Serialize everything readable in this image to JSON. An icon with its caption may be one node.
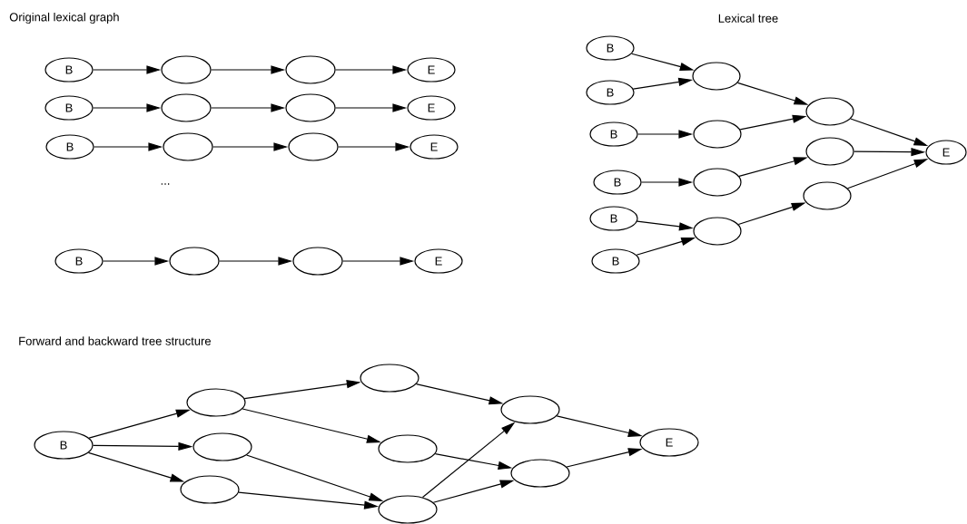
{
  "diagram": {
    "nodes": [
      {
        "text": [
          "B"
        ]
      },
      {
        "text": [],
        "shape": "ellipse"
      },
      {
        "text": [],
        "shape": "ellipse"
      },
      {
        "text": [
          "E"
        ]
      },
      {
        "text": [
          "B"
        ]
      },
      {
        "text": [],
        "shape": "ellipse"
      },
      {
        "text": [],
        "shape": "ellipse"
      },
      {
        "text": [
          "E"
        ]
      },
      {
        "text": [
          "B"
        ]
      },
      {
        "text": [],
        "shape": "ellipse"
      },
      {
        "text": [],
        "shape": "ellipse"
      },
      {
        "text": [
          "E"
        ]
      },
      {
        "text": [
          "B"
        ]
      },
      {
        "text": [],
        "shape": "ellipse"
      },
      {
        "text": [],
        "shape": "ellipse"
      },
      {
        "text": [
          "E"
        ]
      },
      {
        "text": [
          "B"
        ]
      },
      {
        "text": [
          "B"
        ]
      },
      {
        "text": [
          "B"
        ]
      },
      {
        "text": [
          "B"
        ]
      },
      {
        "text": [
          "B"
        ]
      },
      {
        "text": [
          "B"
        ]
      },
      {
        "text": [],
        "shape": "ellipse"
      },
      {
        "text": [],
        "shape": "ellipse"
      },
      {
        "text": [],
        "shape": "ellipse"
      },
      {
        "text": [],
        "shape": "ellipse"
      },
      {
        "text": [],
        "shape": "ellipse"
      },
      {
        "text": [],
        "shape": "ellipse"
      },
      {
        "text": [],
        "shape": "ellipse"
      },
      {
        "text": [
          "E"
        ]
      },
      {
        "text": [
          "B"
        ]
      },
      {
        "text": [],
        "shape": "ellipse"
      },
      {
        "text": [],
        "shape": "ellipse"
      },
      {
        "text": [],
        "shape": "ellipse"
      },
      {
        "text": [],
        "shape": "ellipse"
      },
      {
        "text": [],
        "shape": "ellipse"
      },
      {
        "text": [],
        "shape": "ellipse"
      },
      {
        "text": [],
        "shape": "ellipse"
      },
      {
        "text": [],
        "shape": "ellipse"
      },
      {
        "text": [
          "E"
        ]
      }
    ],
    "edges": [
      {
        "from": 0,
        "to": 1,
        "arrow": "to"
      },
      {
        "from": 1,
        "to": 2,
        "arrow": "to"
      },
      {
        "from": 2,
        "to": 3,
        "arrow": "to"
      },
      {
        "from": 4,
        "to": 5,
        "arrow": "to"
      },
      {
        "from": 5,
        "to": 6,
        "arrow": "to"
      },
      {
        "from": 6,
        "to": 7,
        "arrow": "to"
      },
      {
        "from": 8,
        "to": 9,
        "arrow": "to"
      },
      {
        "from": 9,
        "to": 10,
        "arrow": "to"
      },
      {
        "from": 10,
        "to": 11,
        "arrow": "to"
      },
      {
        "from": 12,
        "to": 13,
        "arrow": "to"
      },
      {
        "from": 13,
        "to": 14,
        "arrow": "to"
      },
      {
        "from": 14,
        "to": 15,
        "arrow": "to"
      },
      {
        "from": 16,
        "to": 22,
        "arrow": "to"
      },
      {
        "from": 17,
        "to": 22,
        "arrow": "to"
      },
      {
        "from": 18,
        "to": 23,
        "arrow": "to"
      },
      {
        "from": 19,
        "to": 24,
        "arrow": "to"
      },
      {
        "from": 20,
        "to": 25,
        "arrow": "to"
      },
      {
        "from": 21,
        "to": 25,
        "arrow": "to"
      },
      {
        "from": 22,
        "to": 26,
        "arrow": "to"
      },
      {
        "from": 23,
        "to": 26,
        "arrow": "to"
      },
      {
        "from": 24,
        "to": 27,
        "arrow": "to"
      },
      {
        "from": 25,
        "to": 28,
        "arrow": "to"
      },
      {
        "from": 26,
        "to": 29,
        "arrow": "to"
      },
      {
        "from": 27,
        "to": 29,
        "arrow": "to"
      },
      {
        "from": 28,
        "to": 29,
        "arrow": "to"
      },
      {
        "from": 30,
        "to": 31,
        "arrow": "to"
      },
      {
        "from": 30,
        "to": 32,
        "arrow": "to"
      },
      {
        "from": 30,
        "to": 33,
        "arrow": "to"
      },
      {
        "from": 31,
        "to": 34,
        "arrow": "to"
      },
      {
        "from": 31,
        "to": 35,
        "arrow": "to"
      },
      {
        "from": 32,
        "to": 36,
        "arrow": "to"
      },
      {
        "from": 33,
        "to": 36,
        "arrow": "to"
      },
      {
        "from": 34,
        "to": 37,
        "arrow": "to"
      },
      {
        "from": 35,
        "to": 38,
        "arrow": "to"
      },
      {
        "from": 36,
        "to": 37,
        "arrow": "to"
      },
      {
        "from": 36,
        "to": 38,
        "arrow": "to"
      },
      {
        "from": 37,
        "to": 39,
        "arrow": "to"
      },
      {
        "from": 38,
        "to": 39,
        "arrow": "to"
      }
    ],
    "labels": [
      "Original lexical graph",
      "Lexical tree",
      "...",
      "Forward and backward tree structure"
    ]
  }
}
